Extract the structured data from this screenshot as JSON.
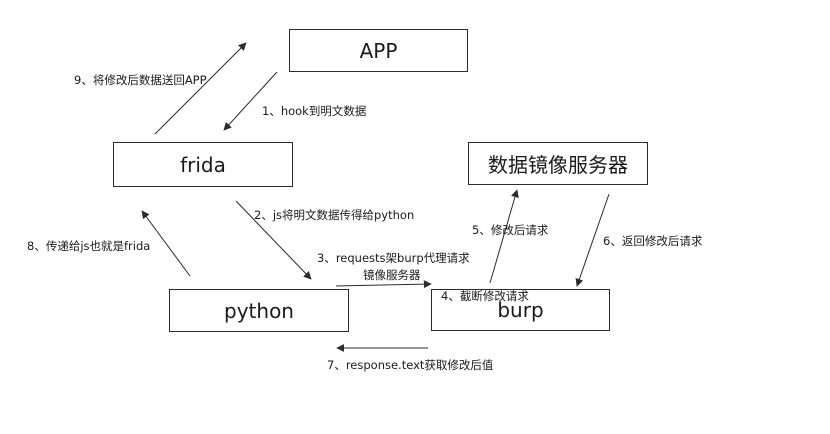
{
  "nodes": {
    "app": "APP",
    "frida": "frida",
    "mirror_server": "数据镜像服务器",
    "python": "python",
    "burp": "burp"
  },
  "steps": {
    "s1": "1、hook到明文数据",
    "s2": "2、js将明文数据传得给python",
    "s3_line1": "3、requests架burp代理请求",
    "s3_line2": "镜像服务器",
    "s4": "4、截断修改请求",
    "s5": "5、修改后请求",
    "s6": "6、返回修改后请求",
    "s7": "7、response.text获取修改后值",
    "s8": "8、传递给js也就是frida",
    "s9": "9、将修改后数据送回APP"
  },
  "colors": {
    "stroke": "#2b2b2b",
    "text": "#1a1a1a",
    "background": "#ffffff"
  }
}
